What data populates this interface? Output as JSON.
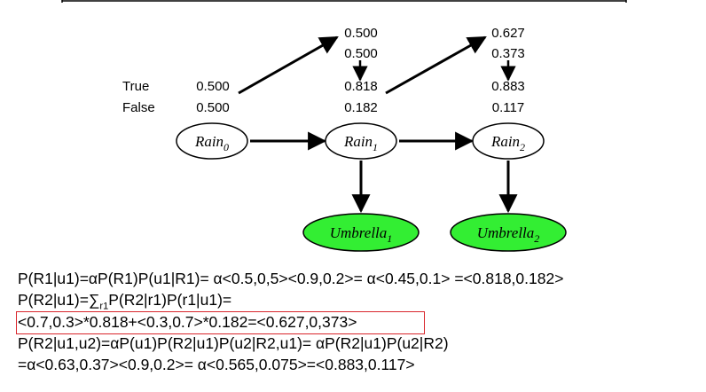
{
  "labels": {
    "true": "True",
    "false": "False"
  },
  "probabilities": {
    "rain0": {
      "true": "0.500",
      "false": "0.500"
    },
    "predicted1": {
      "true": "0.500",
      "false": "0.500"
    },
    "rain1": {
      "true": "0.818",
      "false": "0.182"
    },
    "predicted2": {
      "true": "0.627",
      "false": "0.373"
    },
    "rain2": {
      "true": "0.883",
      "false": "0.117"
    }
  },
  "nodes": {
    "rain0": {
      "base": "Rain",
      "sub": "0"
    },
    "rain1": {
      "base": "Rain",
      "sub": "1"
    },
    "rain2": {
      "base": "Rain",
      "sub": "2"
    },
    "umbrella1": {
      "base": "Umbrella",
      "sub": "1"
    },
    "umbrella2": {
      "base": "Umbrella",
      "sub": "2"
    }
  },
  "colors": {
    "umbrella_fill": "#33ee33",
    "highlight_box": "#d9262c"
  },
  "equations": {
    "line1": "P(R1|u1)=αP(R1)P(u1|R1)= α<0.5,0,5><0.9,0.2>= α<0.45,0.1> =<0.818,0.182>",
    "line2_prefix": "P(R2|u1)=∑",
    "line2_sub": "r1",
    "line2_suffix": "P(R2|r1)P(r1|u1)=",
    "line3": "<0.7,0.3>*0.818+<0.3,0.7>*0.182=<0.627,0,373>",
    "line4": "P(R2|u1,u2)=αP(u1)P(R2|u1)P(u2|R2,u1)= αP(R2|u1)P(u2|R2)",
    "line5": "=α<0.63,0.37><0.9,0.2>= α<0.565,0.075>=<0.883,0.117>"
  }
}
